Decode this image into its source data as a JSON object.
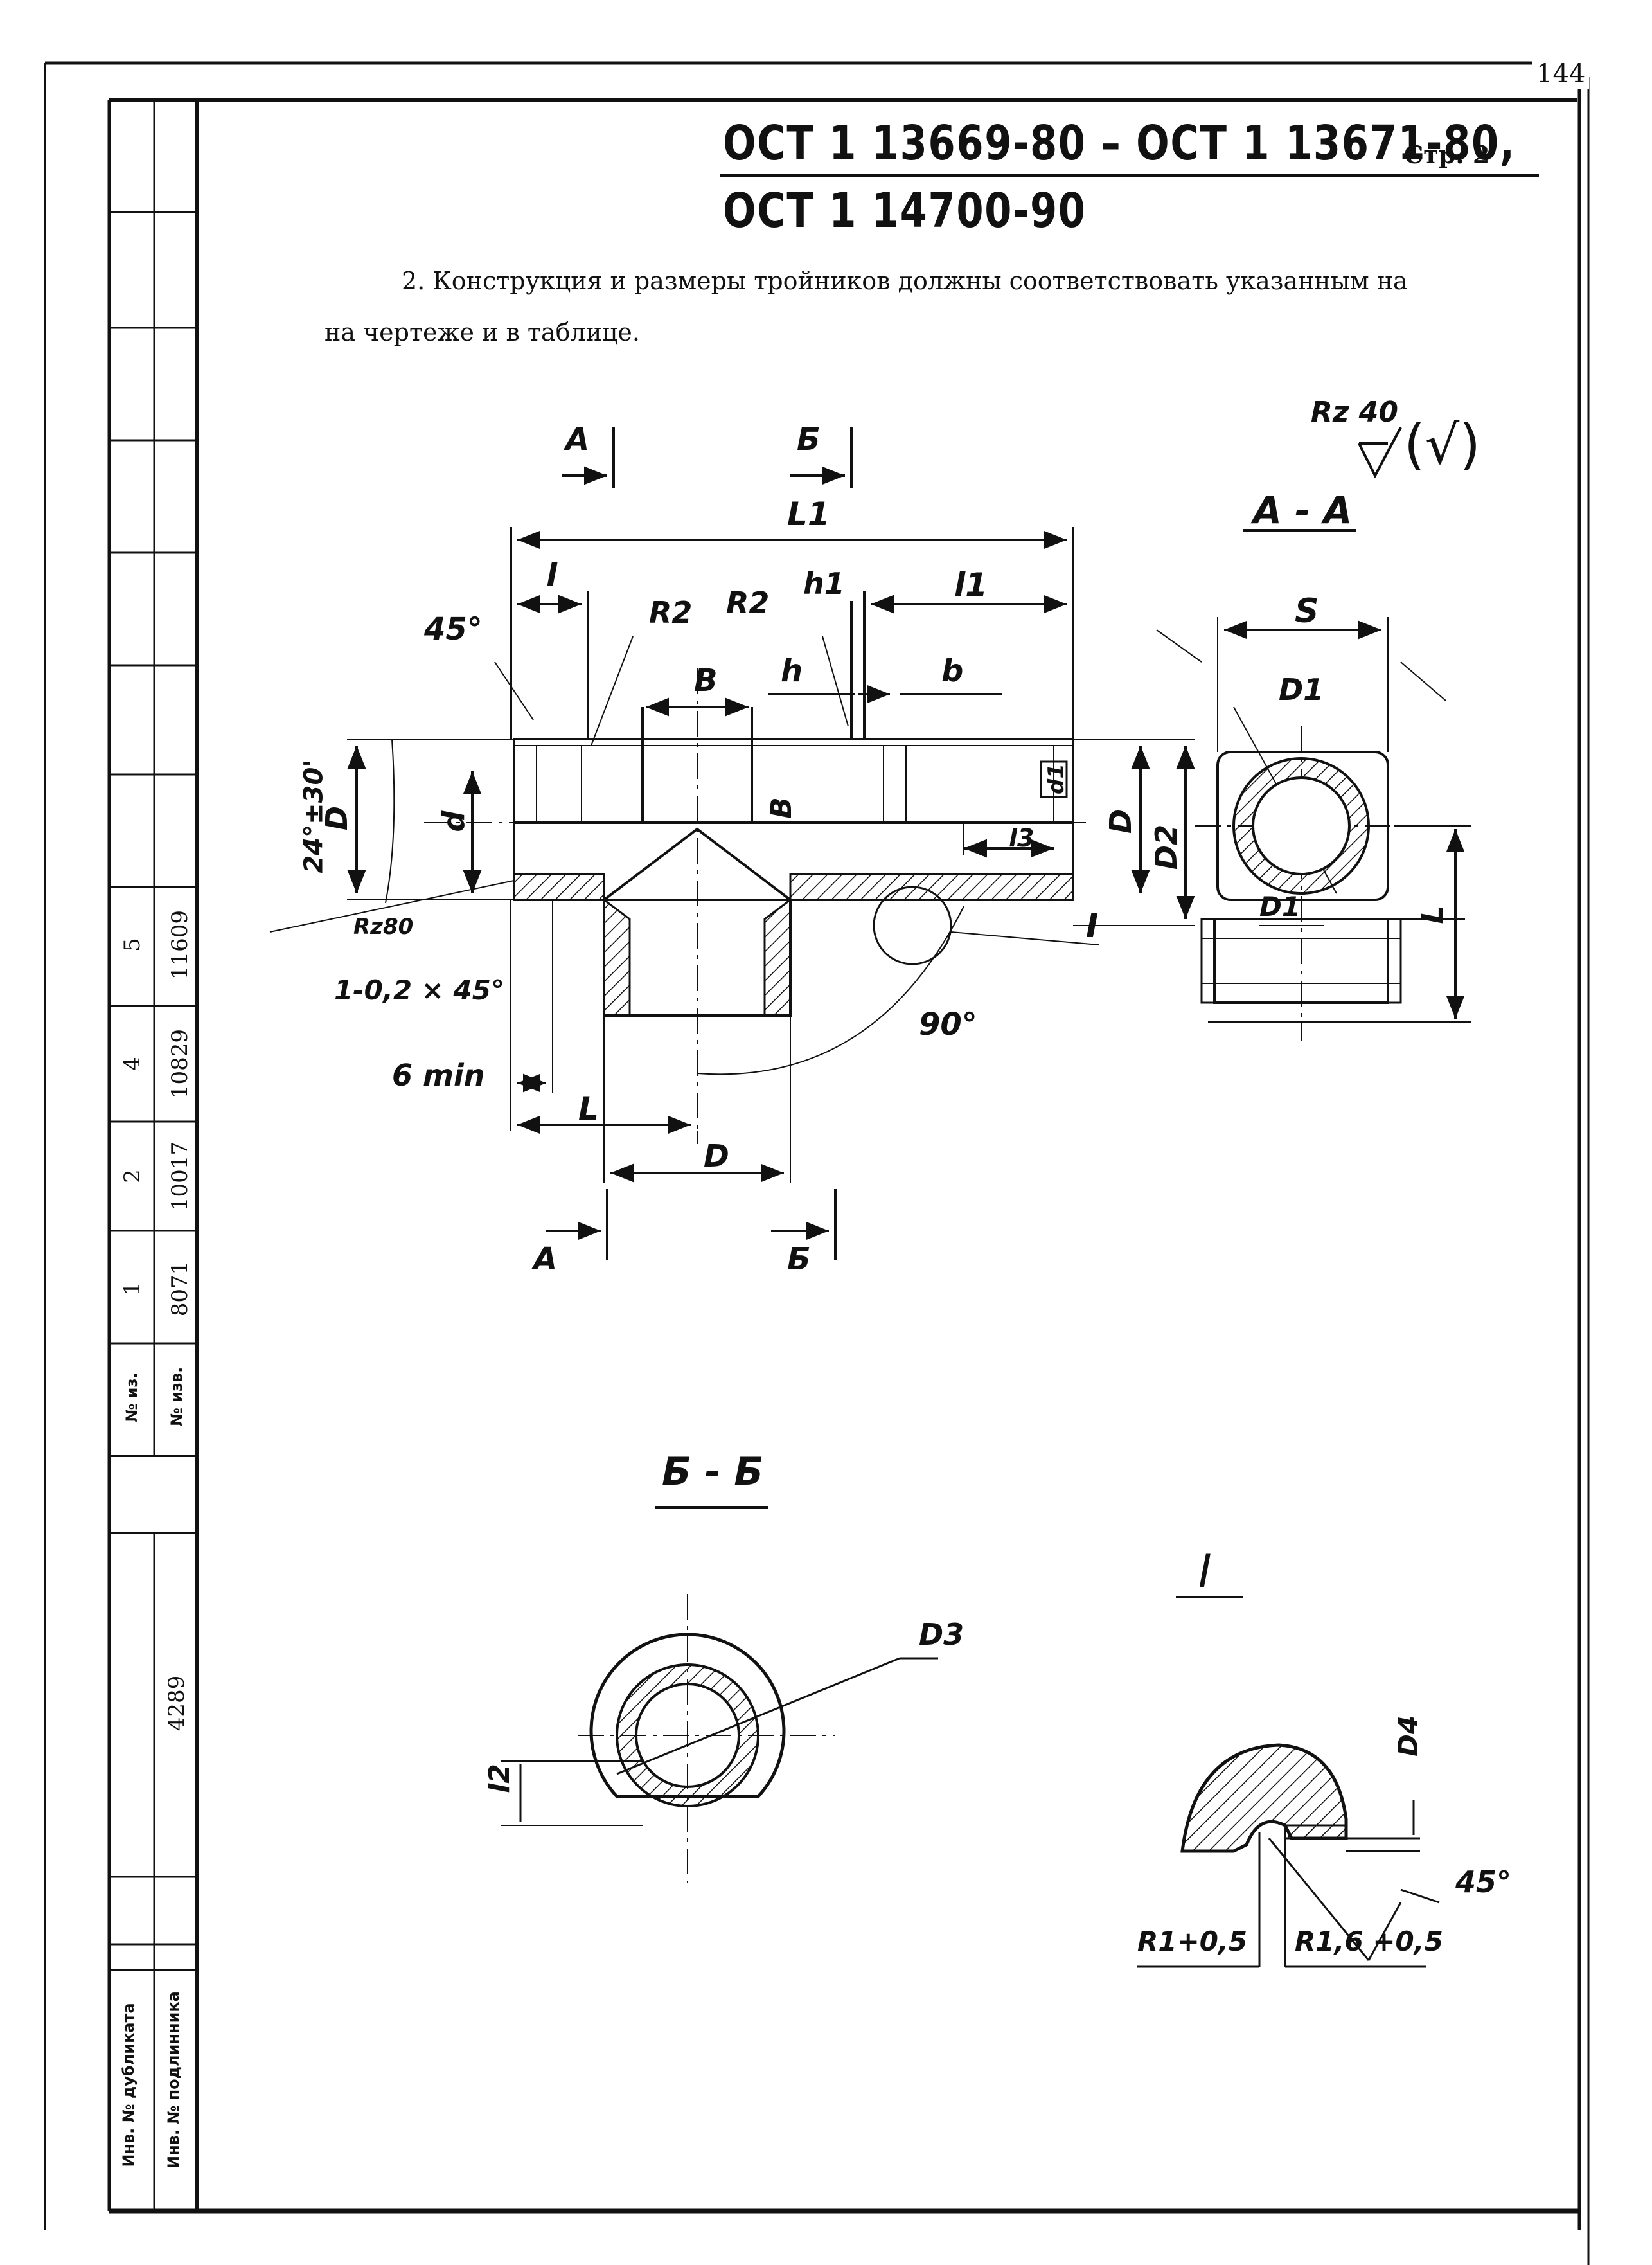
{
  "page_number": "144",
  "header": {
    "line1": "ОСТ 1 13669-80 – ОСТ 1 13671-80,",
    "page_ref": "Стр. 2",
    "line2": "ОСТ 1 14700-90"
  },
  "paragraph": {
    "line1": "2. Конструкция и размеры тройников должны соответствовать указанным на",
    "line2": "на чертеже и в таблице."
  },
  "roughness": {
    "label": "Rz 40",
    "paren": "(√)"
  },
  "main_view": {
    "section_a_top": "А",
    "section_b_top": "Б",
    "section_a_bottom": "А",
    "section_b_bottom": "Б",
    "L1": "L1",
    "l": "l",
    "l1": "l1",
    "h1": "h1",
    "R2_left": "R2",
    "R2_right": "R2",
    "angle45": "45°",
    "B_top": "B",
    "B_side": "B",
    "h": "h",
    "b": "b",
    "D_left": "D",
    "d": "d",
    "d1": "d1",
    "D_right": "D",
    "D2": "D2",
    "l3": "l3",
    "angle_thread": "24°±30'",
    "rz80": "Rz80",
    "chamfer": "1-0,2 × 45°",
    "I": "I",
    "angle90": "90°",
    "min6": "6 min",
    "L": "L",
    "D_bottom": "D"
  },
  "view_aa": {
    "title": "А - А",
    "S": "S",
    "D1_top": "D1",
    "D1_bottom": "D1",
    "L": "L"
  },
  "view_bb": {
    "title": "Б - Б",
    "D3": "D3",
    "l2": "l2"
  },
  "detail_I": {
    "title": "I",
    "D4": "D4",
    "angle45": "45°",
    "r1": "R1+0,5",
    "r16": "R1,6 +0,5"
  },
  "stamp_table": {
    "columns": [
      {
        "list": "5",
        "doc": "11609"
      },
      {
        "list": "4",
        "doc": "10829"
      },
      {
        "list": "2",
        "doc": "10017"
      },
      {
        "list": "1",
        "doc": "8071"
      }
    ],
    "label_list": "№ из.",
    "label_doc": "№ изв.",
    "dup_value": "4289",
    "label_dup": "Инв. № дубликата",
    "label_orig": "Инв. № подлинника"
  }
}
